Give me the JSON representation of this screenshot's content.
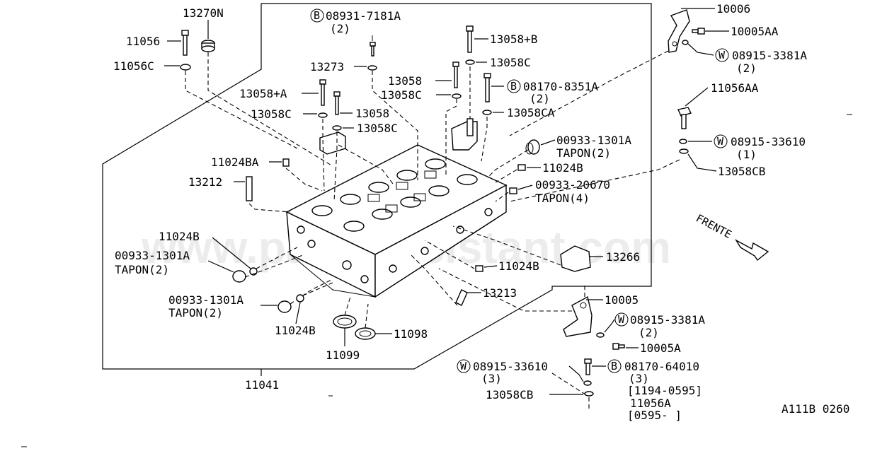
{
  "watermark": "www.partsassistant.com",
  "figure_code": "A111B 0260",
  "direction": {
    "label": "FRENTE"
  },
  "labels": {
    "p13270n": "13270N",
    "p11056": "11056",
    "p11056c": "11056C",
    "b08931": "08931-7181A",
    "b08931_qty": "(2)",
    "p13058b": "13058+B",
    "p13058c_a": "13058C",
    "p13273": "13273",
    "p13058": "13058",
    "p13058c_b": "13058C",
    "b08170": "08170-8351A",
    "b08170_qty": "(2)",
    "p13058ca": "13058CA",
    "p13058a": "13058+A",
    "p13058c_c": "13058C",
    "p13058_b": "13058",
    "p13058c_d": "13058C",
    "p10006": "10006",
    "p10005aa": "10005AA",
    "w08915_3381a_top": "08915-3381A",
    "w08915_3381a_top_qty": "(2)",
    "p11056aa": "11056AA",
    "w08915_33610_r": "08915-33610",
    "w08915_33610_r_qty": "(1)",
    "p13058cb_r": "13058CB",
    "p00933_1301a_top": "00933-1301A",
    "tapon2_top": "TAPON(2)",
    "p11024b_top": "11024B",
    "p11024ba": "11024BA",
    "p13212": "13212",
    "p00933_20670": "00933-20670",
    "tapon4": "TAPON(4)",
    "p11024b_l": "11024B",
    "p00933_1301a_l": "00933-1301A",
    "tapon2_l": "TAPON(2)",
    "p13266": "13266",
    "p11024b_mid": "11024B",
    "p00933_1301a_bl": "00933-1301A",
    "tapon2_bl": "TAPON(2)",
    "p13213": "13213",
    "p10005": "10005",
    "w08915_3381a_bot": "08915-3381A",
    "w08915_3381a_bot_qty": "(2)",
    "p11024b_bot": "11024B",
    "p11098": "11098",
    "p10005a": "10005A",
    "p11099": "11099",
    "w08915_33610_b": "08915-33610",
    "w08915_33610_b_qty": "(3)",
    "b08170_64010": "08170-64010",
    "b08170_64010_qty": "(3)",
    "date_range_1": "[1194-0595]",
    "p13058cb_b": "13058CB",
    "p11056a": "11056A",
    "date_range_2": "[0595-        ]",
    "p11041": "11041"
  },
  "prefix_circles": {
    "b": "B",
    "w": "W"
  }
}
